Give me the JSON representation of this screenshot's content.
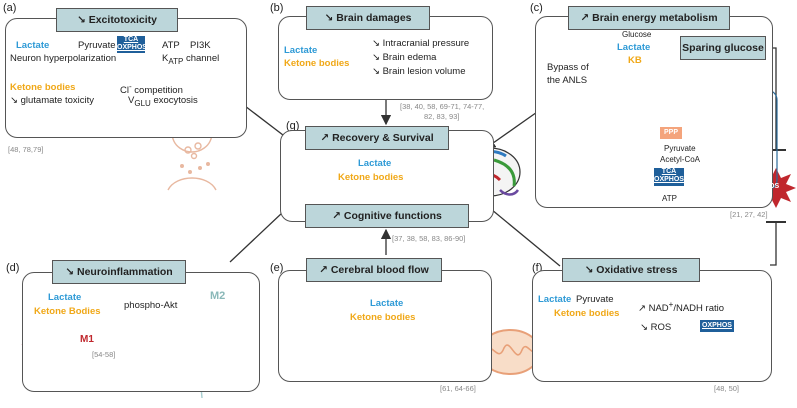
{
  "panels": {
    "a": {
      "letter": "(a)",
      "title": "↘ Excitotoxicity",
      "row1": {
        "lactate": "Lactate",
        "pyruvate": "Pyruvate",
        "tca": "TCA",
        "oxphos": "OXPHOS",
        "atp": "ATP",
        "pi3k": "PI3K"
      },
      "row2": {
        "text": "Neuron hyperpolarization",
        "katp": "K",
        "katp_sub": "ATP",
        "channel": "channel"
      },
      "row3": {
        "ketone": "Ketone bodies",
        "cl": "Cl",
        "cl_sup": "-",
        "competition": "competition"
      },
      "row4": {
        "glutamate": "↘ glutamate toxicity",
        "vglu": "V",
        "vglu_sub": "GLU",
        "exocytosis": "exocytosis"
      },
      "refs": "[48, 78,79]"
    },
    "b": {
      "letter": "(b)",
      "title": "↘ Brain damages",
      "lactate": "Lactate",
      "ketone": "Ketone bodies",
      "items": [
        "↘ Intracranial pressure",
        "↘ Brain edema",
        "↘ Brain lesion volume"
      ],
      "refs_line1": "[38, 40, 58, 69-71, 74-77,",
      "refs_line2": "82, 83, 93]"
    },
    "c": {
      "letter": "(c)",
      "title": "↗ Brain energy metabolism",
      "glucose": "Glucose",
      "lactate": "Lactate",
      "kb": "KB",
      "sparing": "Sparing glucose",
      "bypass_line1": "Bypass of",
      "bypass_line2": "the ANLS",
      "ppp": "PPP",
      "pyruvate": "Pyruvate",
      "acetyl": "Acetyl-CoA",
      "tca": "TCA",
      "oxphos": "OXPHOS",
      "atp": "ATP",
      "refs": "[21, 27, 42]"
    },
    "d": {
      "letter": "(d)",
      "title": "↘ Neuroinflammation",
      "lactate": "Lactate",
      "ketone": "Ketone Bodies",
      "akt": "phospho-Akt",
      "m1": "M1",
      "m2": "M2",
      "refs": "[54-58]"
    },
    "e": {
      "letter": "(e)",
      "title": "↗ Cerebral blood flow",
      "lactate": "Lactate",
      "ketone": "Ketone bodies",
      "refs": "[61, 64-66]"
    },
    "f": {
      "letter": "(f)",
      "title": "↘ Oxidative stress",
      "lactate": "Lactate",
      "pyruvate": "Pyruvate",
      "ketone": "Ketone bodies",
      "ratio": "↗ NAD",
      "ratio_sup": "+",
      "ratio_rest": "/NADH ratio",
      "ros": "↘ ROS",
      "oxphos": "OXPHOS",
      "refs": "[48, 50]"
    },
    "g": {
      "letter": "(g)",
      "title": "↗ Recovery & Survival",
      "lactate": "Lactate",
      "ketone": "Ketone bodies",
      "cognitive": "↗ Cognitive functions",
      "refs": "[37, 38, 58, 83, 86-90]"
    }
  },
  "ros_badge": "ROS",
  "colors": {
    "header_fill": "#bcd6da",
    "lactate": "#2e9ad6",
    "ketone": "#f0a818",
    "oxphos_box": "#1f5f9a",
    "ros_star": "#c0272d",
    "ppp_box": "#f4a47c"
  }
}
